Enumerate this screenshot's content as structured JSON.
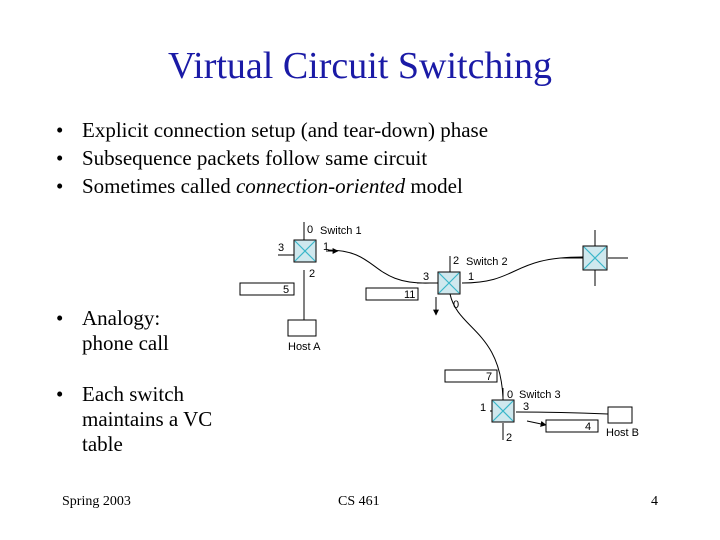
{
  "title": "Virtual Circuit Switching",
  "bullets": [
    {
      "text": "Explicit connection setup (and tear-down) phase"
    },
    {
      "text": "Subsequence packets follow same circuit"
    },
    {
      "prefix": "Sometimes called ",
      "emphasis": "connection-oriented",
      "suffix": " model"
    }
  ],
  "side_bullets": {
    "analogy": [
      "Analogy:",
      "phone call"
    ],
    "vc_table": [
      "Each switch",
      "maintains a VC",
      "table"
    ]
  },
  "diagram": {
    "switch1": {
      "label": "Switch 1",
      "ports": {
        "top": "0",
        "left": "3",
        "right": "1",
        "bottom": "2"
      },
      "vci_in": "5"
    },
    "switch2": {
      "label": "Switch 2",
      "ports": {
        "top": "2",
        "left": "3",
        "right": "1",
        "bottom": "0"
      },
      "vci_in": "11"
    },
    "switch3": {
      "label": "Switch 3",
      "ports": {
        "top": "0",
        "left": "1",
        "right": "3",
        "bottom": "2"
      },
      "vci_in": "7",
      "vci_out": "4"
    },
    "host_a": {
      "label": "Host A"
    },
    "host_b": {
      "label": "Host B"
    }
  },
  "footer": {
    "left": "Spring 2003",
    "center": "CS 461",
    "right": "4"
  },
  "colors": {
    "title": "#1a1aa6",
    "switch_fill": "#cfe8ee",
    "switch_mark": "#3ab6c9"
  }
}
